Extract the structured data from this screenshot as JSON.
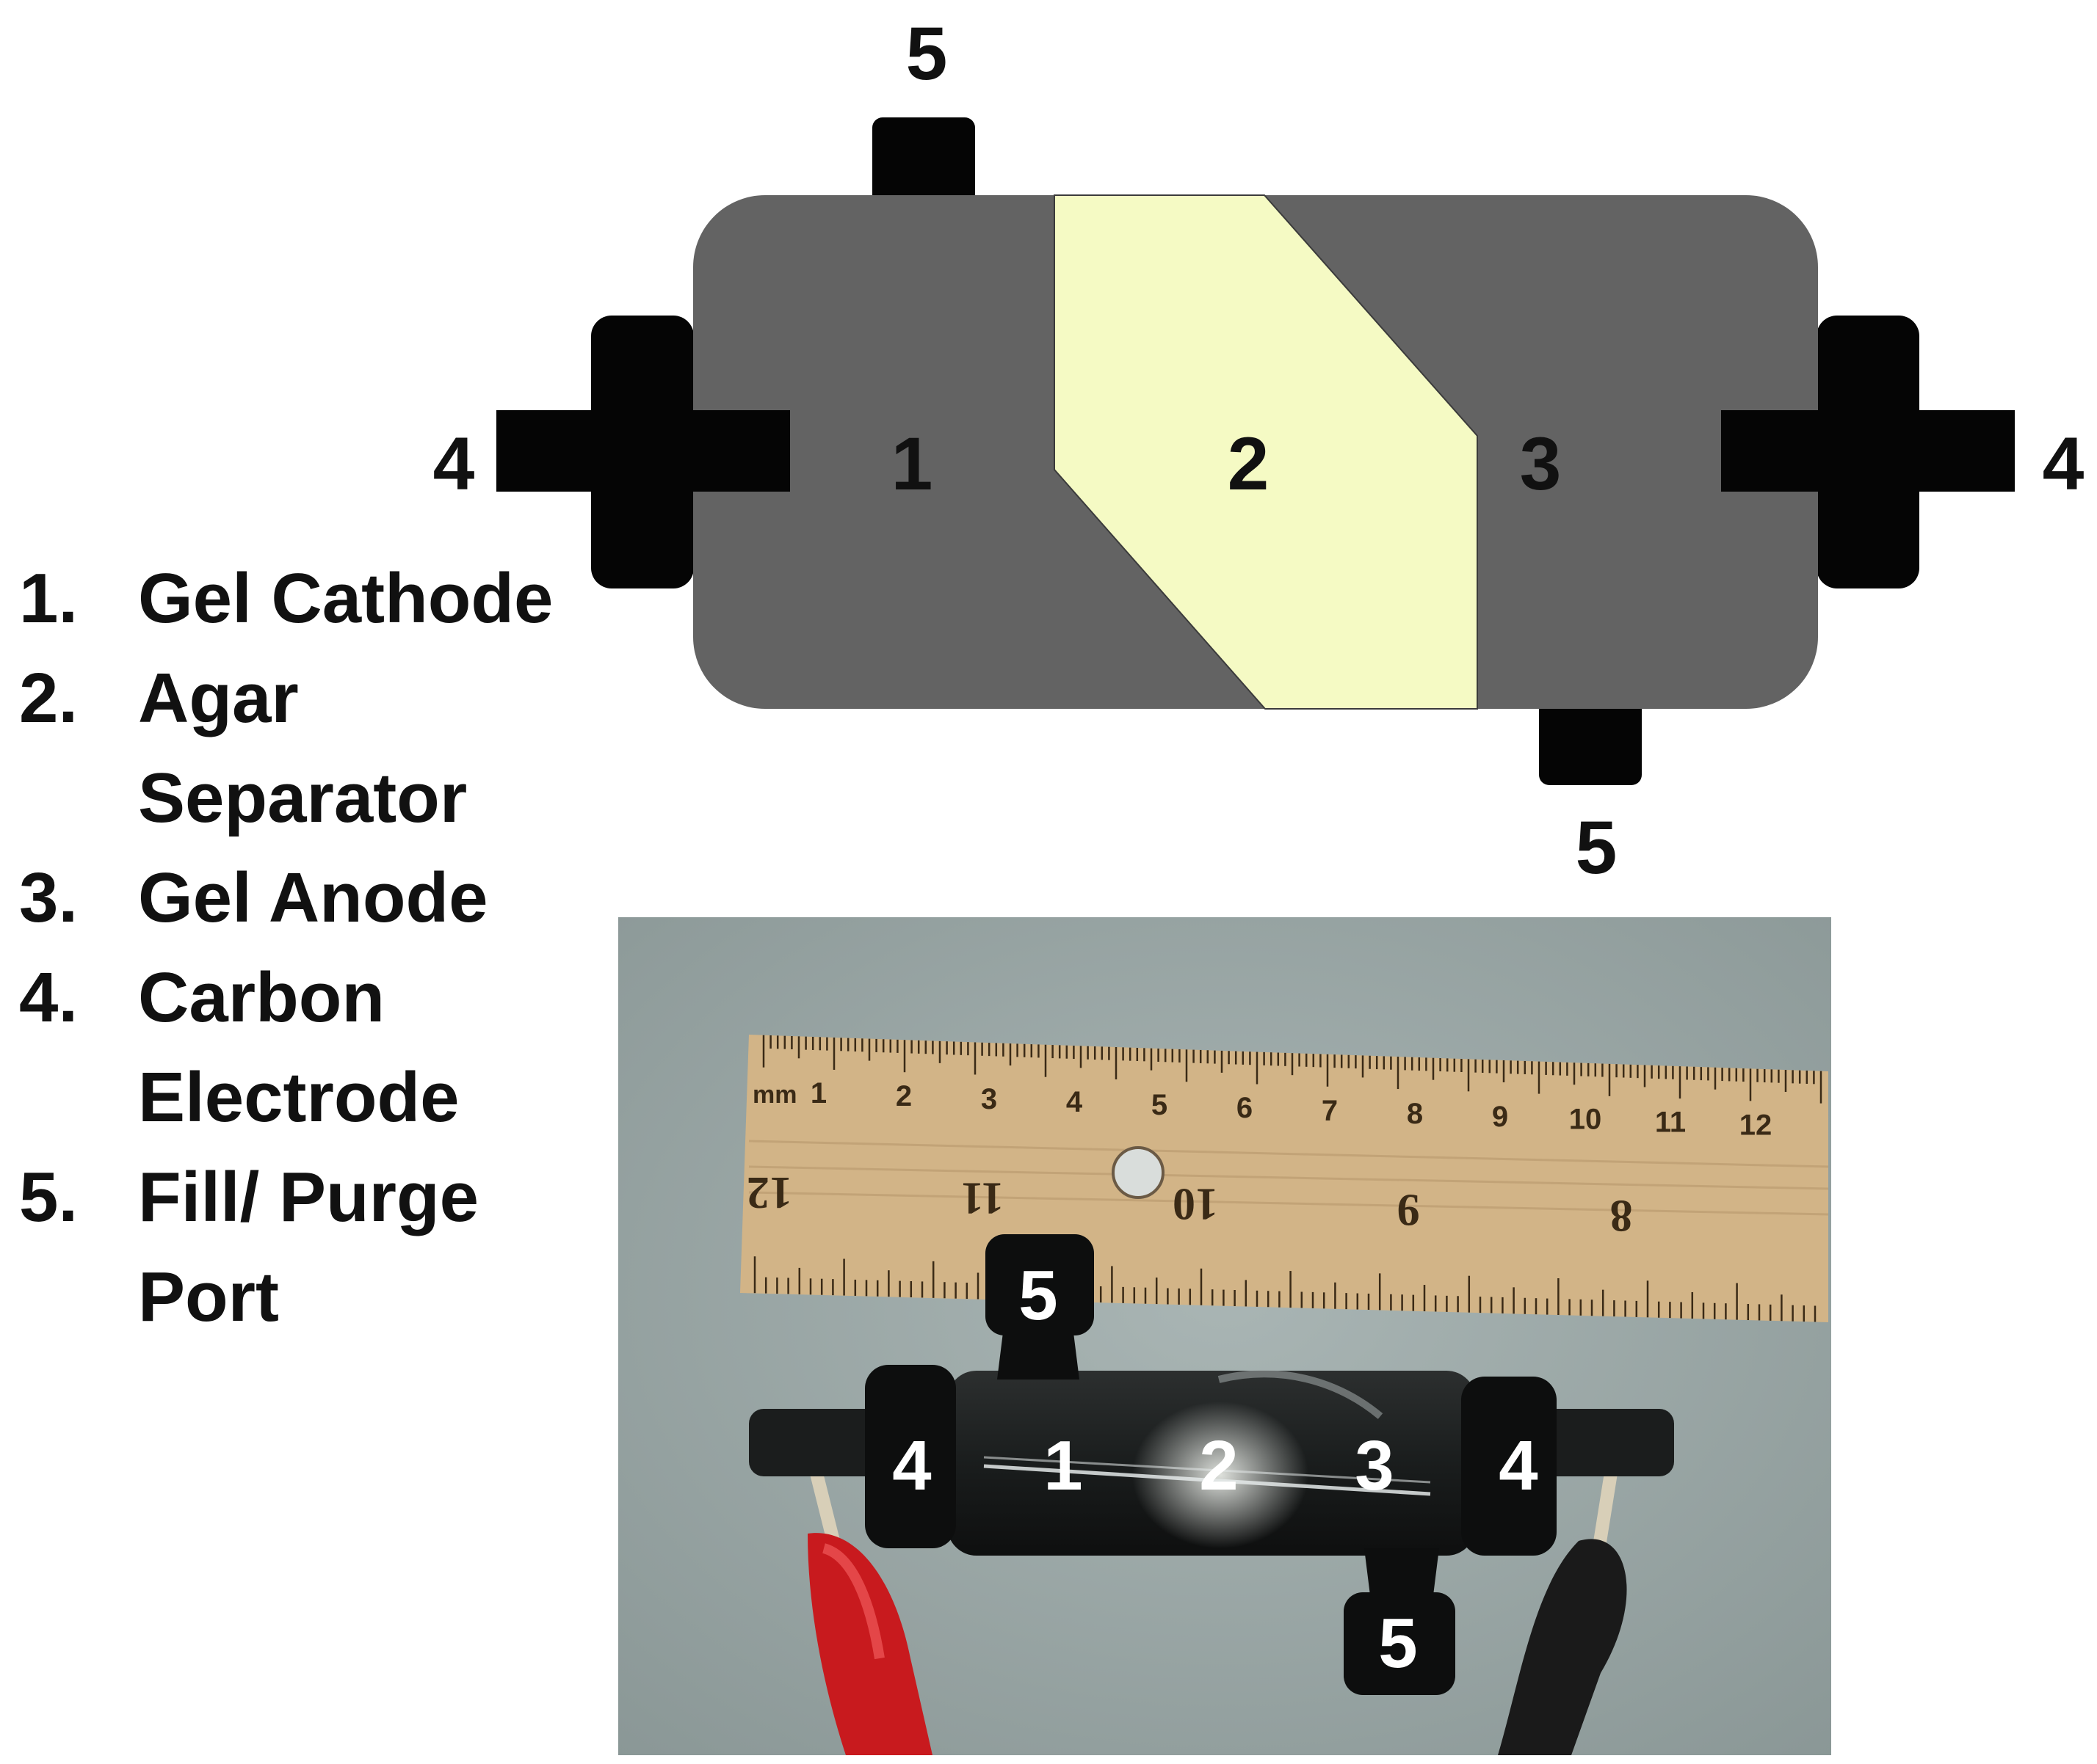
{
  "colors": {
    "body": "#636363",
    "separator": "#f5fac4",
    "fittings": "#050505",
    "label_dark": "#111111",
    "label_light": "#ffffff",
    "photo_wall": "#9aa7a6",
    "ruler": "#d2b487",
    "ruler_ink": "#3a2a16",
    "red_clip": "#c81a1e",
    "black_clip": "#1a1a1a"
  },
  "schematic": {
    "labels": {
      "cathode": "1",
      "separator": "2",
      "anode": "3",
      "electrode_left": "4",
      "electrode_right": "4",
      "port_top": "5",
      "port_bottom": "5"
    }
  },
  "legend": {
    "items": [
      {
        "number": "1.",
        "lines": [
          "Gel Cathode"
        ]
      },
      {
        "number": "2.",
        "lines": [
          "Agar",
          "Separator"
        ]
      },
      {
        "number": "3.",
        "lines": [
          "Gel Anode"
        ]
      },
      {
        "number": "4.",
        "lines": [
          "Carbon",
          "Electrode"
        ]
      },
      {
        "number": "5.",
        "lines": [
          "Fill/ Purge",
          "Port"
        ]
      }
    ]
  },
  "photo": {
    "labels": {
      "electrode_left": "4",
      "cathode": "1",
      "separator": "2",
      "anode": "3",
      "electrode_right": "4",
      "port_top": "5",
      "port_bottom": "5"
    },
    "ruler": {
      "unit": "mm",
      "top_scale": [
        "1",
        "2",
        "3",
        "4",
        "5",
        "6",
        "7",
        "8",
        "9",
        "10",
        "11",
        "12"
      ],
      "bottom_scale": [
        "12",
        "11",
        "10",
        "9",
        "8"
      ]
    }
  }
}
